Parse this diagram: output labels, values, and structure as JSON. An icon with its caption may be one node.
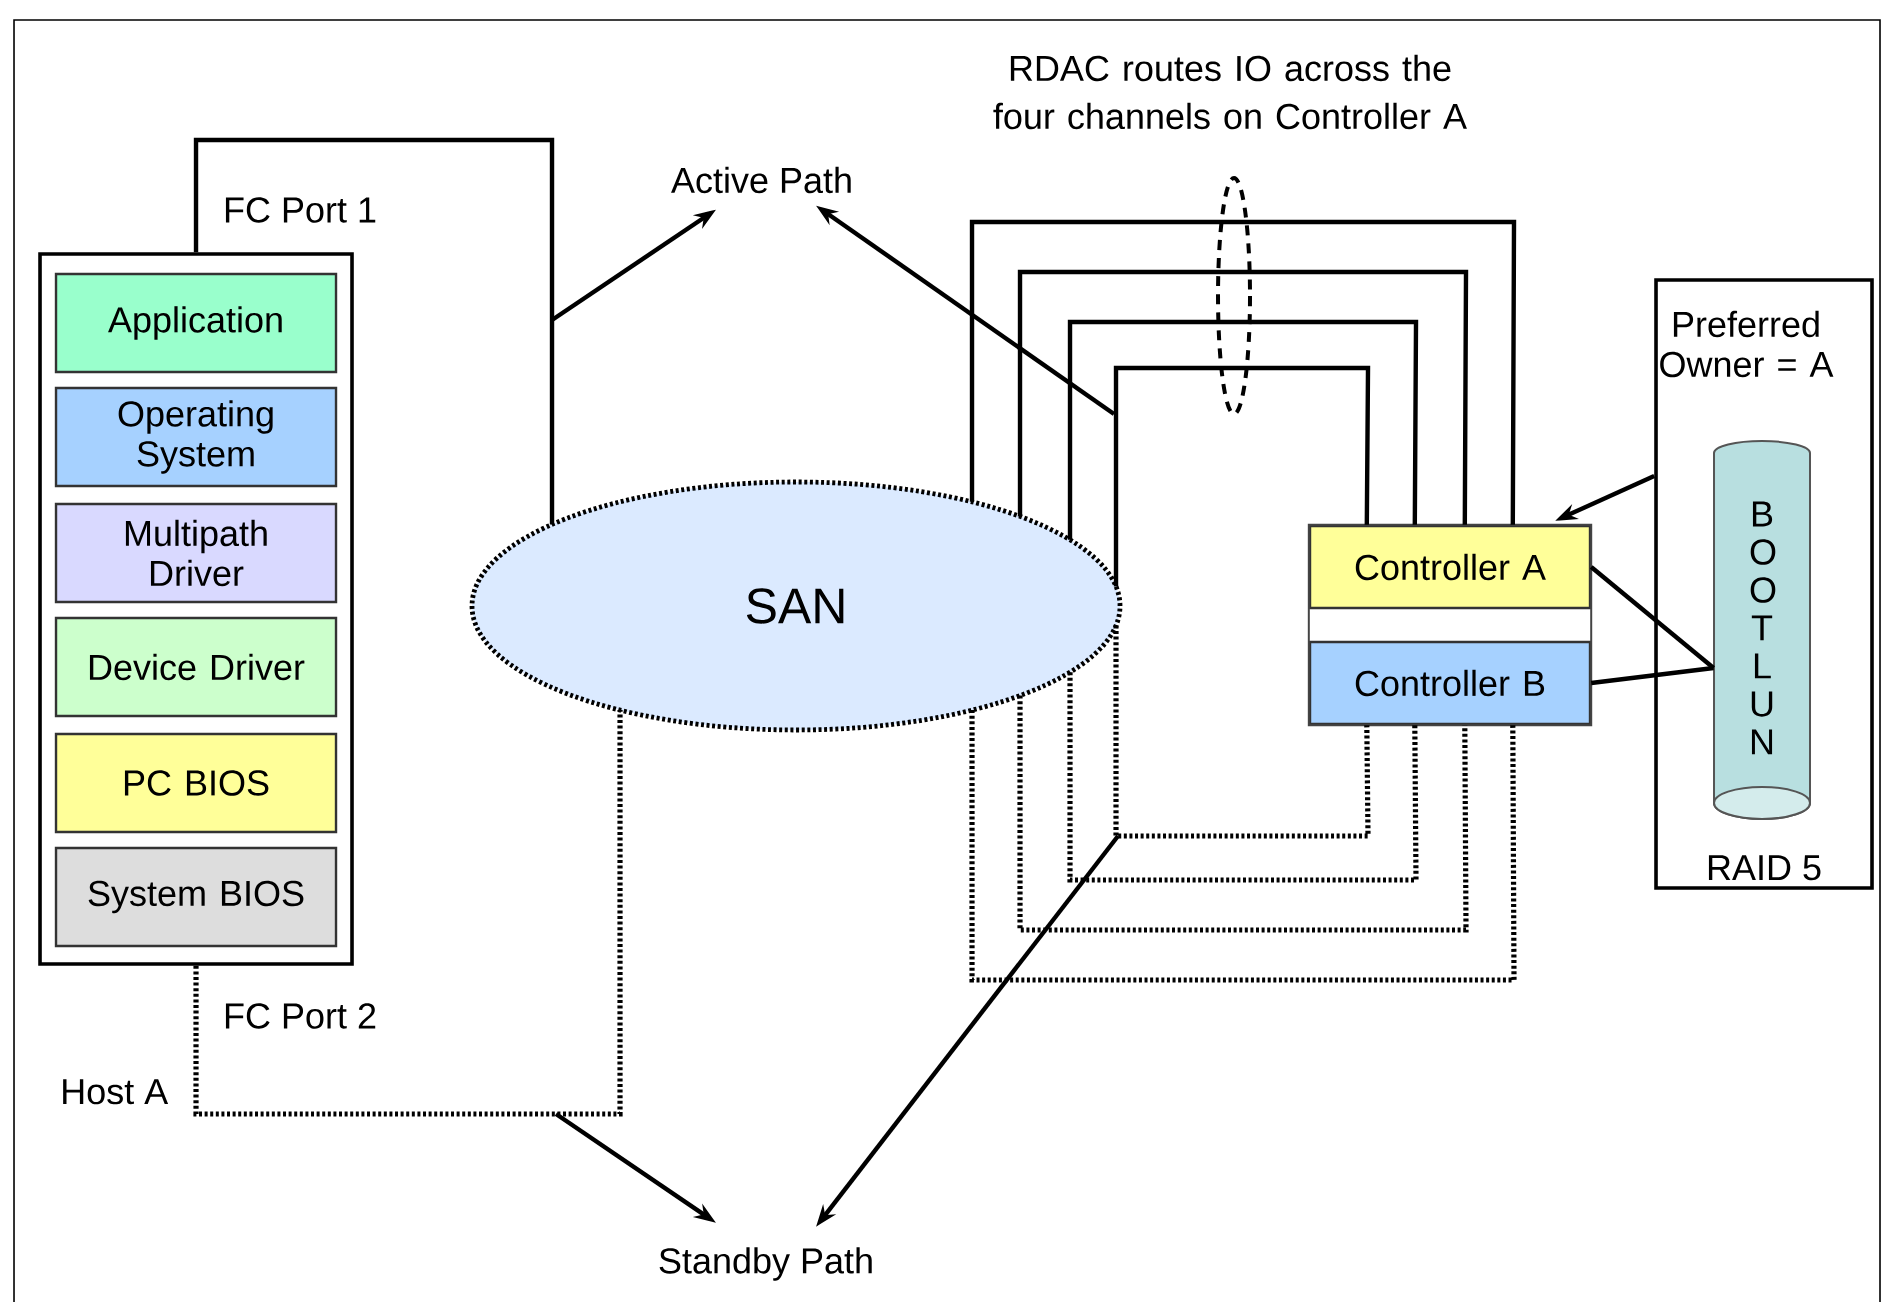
{
  "diagram": {
    "nodes": [
      {
        "text": [
          "Host A"
        ]
      },
      {
        "text": [
          "Application"
        ],
        "in": 0
      },
      {
        "text": [
          "Operating System"
        ],
        "in": 0
      },
      {
        "text": [
          "Multipath Driver"
        ],
        "in": 0
      },
      {
        "text": [
          "Device Driver"
        ],
        "in": 0
      },
      {
        "text": [
          "PC BIOS"
        ],
        "in": 0
      },
      {
        "text": [
          "System BIOS"
        ],
        "in": 0
      },
      {
        "text": [
          "SAN"
        ]
      },
      {
        "text": [
          "Controller A"
        ]
      },
      {
        "text": [
          "Controller B"
        ]
      },
      {
        "text": [
          "RAID 5"
        ]
      },
      {
        "text": [
          "Preferred Owner = A"
        ],
        "in": 10
      },
      {
        "text": [
          "B O O T L U N"
        ],
        "in": 10
      },
      {
        "text": [
          "Active Path"
        ]
      },
      {
        "text": [
          "Standby Path"
        ]
      }
    ],
    "edges": [
      {
        "from": 0,
        "to": 7,
        "arrow": "none"
      },
      {
        "from": 0,
        "to": 7,
        "arrow": "none",
        "style": "dashed"
      },
      {
        "from": 7,
        "to": 8,
        "arrow": "none"
      },
      {
        "from": 7,
        "to": 8,
        "arrow": "none"
      },
      {
        "from": 7,
        "to": 8,
        "arrow": "none"
      },
      {
        "from": 7,
        "to": 8,
        "arrow": "none"
      },
      {
        "from": 7,
        "to": 9,
        "arrow": "none",
        "style": "dashed"
      },
      {
        "from": 7,
        "to": 9,
        "arrow": "none",
        "style": "dashed"
      },
      {
        "from": 7,
        "to": 9,
        "arrow": "none",
        "style": "dashed"
      },
      {
        "from": 7,
        "to": 9,
        "arrow": "none",
        "style": "dashed"
      },
      {
        "from": 8,
        "to": 12,
        "arrow": "none"
      },
      {
        "from": 9,
        "to": 12,
        "arrow": "none"
      },
      {
        "from": 10,
        "to": 8,
        "arrow": "to"
      },
      {
        "from": null,
        "to": 13,
        "arrow": "to"
      },
      {
        "from": null,
        "to": 13,
        "arrow": "to"
      },
      {
        "from": null,
        "to": 14,
        "arrow": "to"
      },
      {
        "from": null,
        "to": 14,
        "arrow": "to"
      }
    ],
    "labels": [
      "RDAC routes IO across the four channels on Controller A",
      "FC Port 1",
      "FC Port 2"
    ]
  }
}
